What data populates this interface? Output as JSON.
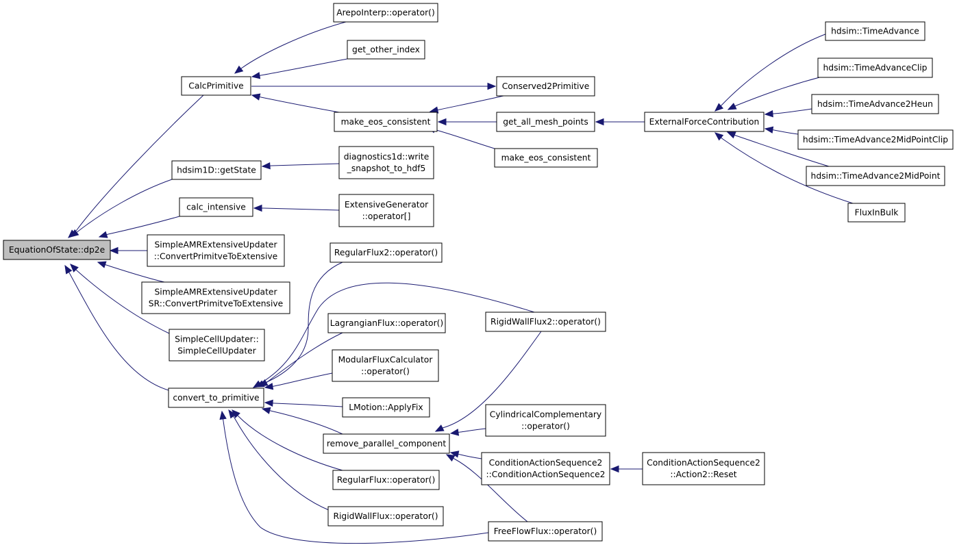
{
  "graph": {
    "colors": {
      "edge": "#191970",
      "node_border": "#000000",
      "root_fill": "#bfbfbf",
      "node_fill": "#ffffff"
    },
    "nodes": [
      {
        "id": "root",
        "lines": [
          "EquationOfState::dp2e"
        ],
        "root": true
      },
      {
        "id": "calcprim",
        "lines": [
          "CalcPrimitive"
        ]
      },
      {
        "id": "hdsim1d",
        "lines": [
          "hdsim1D::getState"
        ]
      },
      {
        "id": "calcint",
        "lines": [
          "calc_intensive"
        ]
      },
      {
        "id": "samr1",
        "lines": [
          "SimpleAMRExtensiveUpdater",
          "::ConvertPrimitveToExtensive"
        ]
      },
      {
        "id": "samr2",
        "lines": [
          "SimpleAMRExtensiveUpdater",
          "SR::ConvertPrimitveToExtensive"
        ]
      },
      {
        "id": "scu",
        "lines": [
          "SimpleCellUpdater::",
          "SimpleCellUpdater"
        ]
      },
      {
        "id": "c2p",
        "lines": [
          "convert_to_primitive"
        ]
      },
      {
        "id": "arepo",
        "lines": [
          "ArepoInterp::operator()"
        ]
      },
      {
        "id": "goi",
        "lines": [
          "get_other_index"
        ]
      },
      {
        "id": "mec1",
        "lines": [
          "make_eos_consistent"
        ]
      },
      {
        "id": "cons2prim",
        "lines": [
          "Conserved2Primitive"
        ]
      },
      {
        "id": "gamp",
        "lines": [
          "get_all_mesh_points"
        ]
      },
      {
        "id": "mec2",
        "lines": [
          "make_eos_consistent"
        ]
      },
      {
        "id": "efc",
        "lines": [
          "ExternalForceContribution"
        ]
      },
      {
        "id": "ta",
        "lines": [
          "hdsim::TimeAdvance"
        ]
      },
      {
        "id": "tac",
        "lines": [
          "hdsim::TimeAdvanceClip"
        ]
      },
      {
        "id": "ta2h",
        "lines": [
          "hdsim::TimeAdvance2Heun"
        ]
      },
      {
        "id": "ta2mpc",
        "lines": [
          "hdsim::TimeAdvance2MidPointClip"
        ]
      },
      {
        "id": "ta2mp",
        "lines": [
          "hdsim::TimeAdvance2MidPoint"
        ]
      },
      {
        "id": "fib",
        "lines": [
          "FluxInBulk"
        ]
      },
      {
        "id": "d1d",
        "lines": [
          "diagnostics1d::write",
          "_snapshot_to_hdf5"
        ]
      },
      {
        "id": "extgen",
        "lines": [
          "ExtensiveGenerator",
          "::operator[]"
        ]
      },
      {
        "id": "rf2",
        "lines": [
          "RegularFlux2::operator()"
        ]
      },
      {
        "id": "lagr",
        "lines": [
          "LagrangianFlux::operator()"
        ]
      },
      {
        "id": "mfc",
        "lines": [
          "ModularFluxCalculator",
          "::operator()"
        ]
      },
      {
        "id": "lmot",
        "lines": [
          "LMotion::ApplyFix"
        ]
      },
      {
        "id": "rpc",
        "lines": [
          "remove_parallel_component"
        ]
      },
      {
        "id": "rf",
        "lines": [
          "RegularFlux::operator()"
        ]
      },
      {
        "id": "rwf",
        "lines": [
          "RigidWallFlux::operator()"
        ]
      },
      {
        "id": "rwf2",
        "lines": [
          "RigidWallFlux2::operator()"
        ]
      },
      {
        "id": "cylc",
        "lines": [
          "CylindricalComplementary",
          "::operator()"
        ]
      },
      {
        "id": "cas2",
        "lines": [
          "ConditionActionSequence2",
          "::ConditionActionSequence2"
        ]
      },
      {
        "id": "cas2r",
        "lines": [
          "ConditionActionSequence2",
          "::Action2::Reset"
        ]
      },
      {
        "id": "ffflux",
        "lines": [
          "FreeFlowFlux::operator()"
        ]
      }
    ],
    "edges": [
      {
        "from": "calcprim",
        "to": "root"
      },
      {
        "from": "hdsim1d",
        "to": "root"
      },
      {
        "from": "calcint",
        "to": "root"
      },
      {
        "from": "samr1",
        "to": "root"
      },
      {
        "from": "samr2",
        "to": "root"
      },
      {
        "from": "scu",
        "to": "root"
      },
      {
        "from": "c2p",
        "to": "root"
      },
      {
        "from": "arepo",
        "to": "calcprim"
      },
      {
        "from": "goi",
        "to": "calcprim"
      },
      {
        "from": "calcprim",
        "to": "cons2prim"
      },
      {
        "from": "mec1",
        "to": "calcprim"
      },
      {
        "from": "cons2prim",
        "to": "mec1"
      },
      {
        "from": "gamp",
        "to": "mec1"
      },
      {
        "from": "mec2",
        "to": "mec1"
      },
      {
        "from": "efc",
        "to": "gamp"
      },
      {
        "from": "ta",
        "to": "efc"
      },
      {
        "from": "tac",
        "to": "efc"
      },
      {
        "from": "ta2h",
        "to": "efc"
      },
      {
        "from": "ta2mpc",
        "to": "efc"
      },
      {
        "from": "ta2mp",
        "to": "efc"
      },
      {
        "from": "fib",
        "to": "efc"
      },
      {
        "from": "d1d",
        "to": "hdsim1d"
      },
      {
        "from": "extgen",
        "to": "calcint"
      },
      {
        "from": "rf2",
        "to": "c2p"
      },
      {
        "from": "rwf2",
        "to": "c2p"
      },
      {
        "from": "lagr",
        "to": "c2p"
      },
      {
        "from": "mfc",
        "to": "c2p"
      },
      {
        "from": "lmot",
        "to": "c2p"
      },
      {
        "from": "rpc",
        "to": "c2p"
      },
      {
        "from": "rf",
        "to": "c2p"
      },
      {
        "from": "rwf",
        "to": "c2p"
      },
      {
        "from": "ffflux",
        "to": "c2p"
      },
      {
        "from": "rwf2",
        "to": "rpc"
      },
      {
        "from": "cylc",
        "to": "rpc"
      },
      {
        "from": "cas2",
        "to": "rpc"
      },
      {
        "from": "ffflux",
        "to": "rpc"
      },
      {
        "from": "cas2r",
        "to": "cas2"
      }
    ]
  }
}
